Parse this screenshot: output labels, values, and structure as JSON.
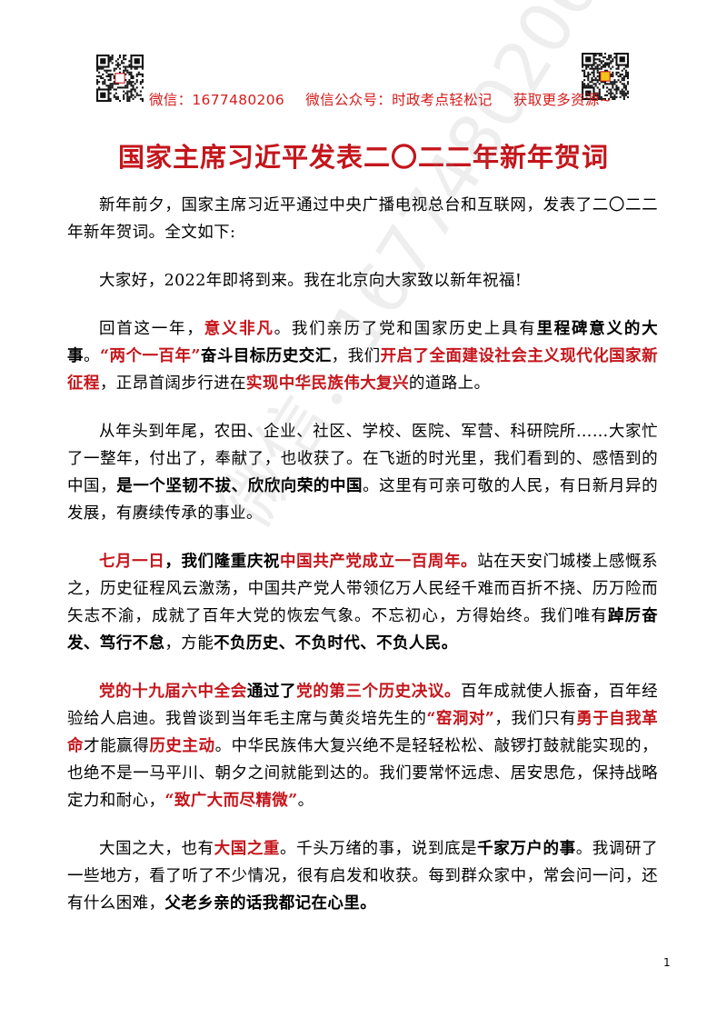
{
  "header": {
    "contact_wechat": "微信：1677480206",
    "contact_public": "微信公众号：时政考点轻松记",
    "contact_more": "获取更多资源~"
  },
  "title": "国家主席习近平发表二〇二二年新年贺词",
  "watermark": "微信：1677480206",
  "paragraphs": [
    [
      {
        "t": "新年前夕，国家主席习近平通过中央广播电视总台和互联网，发表了二〇二二年新年贺词。全文如下:",
        "s": ""
      }
    ],
    [
      {
        "t": "大家好，2022年即将到来。我在北京向大家致以新年祝福!",
        "s": ""
      }
    ],
    [
      {
        "t": "回首这一年，",
        "s": ""
      },
      {
        "t": "意义非凡",
        "s": "r"
      },
      {
        "t": "。我们亲历了党和国家历史上具有",
        "s": ""
      },
      {
        "t": "里程碑意义的大事",
        "s": "b"
      },
      {
        "t": "。",
        "s": ""
      },
      {
        "t": "“两个一百年”",
        "s": "r"
      },
      {
        "t": "奋斗目标历史交汇",
        "s": "b"
      },
      {
        "t": "，我们",
        "s": ""
      },
      {
        "t": "开启了全面建设社会主义现代化国家新征程",
        "s": "r"
      },
      {
        "t": "，正昂首阔步行进在",
        "s": ""
      },
      {
        "t": "实现中华民族伟大复兴",
        "s": "r"
      },
      {
        "t": "的道路上。",
        "s": ""
      }
    ],
    [
      {
        "t": "从年头到年尾，农田、企业、社区、学校、医院、军营、科研院所……大家忙了一整年，付出了，奉献了，也收获了。在飞逝的时光里，我们看到的、感悟到的中国，",
        "s": ""
      },
      {
        "t": "是一个坚韧不拔、欣欣向荣的中国",
        "s": "b"
      },
      {
        "t": "。这里有可亲可敬的人民，有日新月异的发展，有赓续传承的事业。",
        "s": ""
      }
    ],
    [
      {
        "t": "七月一日",
        "s": "r"
      },
      {
        "t": "，我们隆重庆祝",
        "s": "b"
      },
      {
        "t": "中国共产党成立一百周年。",
        "s": "r"
      },
      {
        "t": "站在天安门城楼上感慨系之，历史征程风云激荡，中国共产党人带领亿万人民经千难而百折不挠、历万险而矢志不渝，成就了百年大党的恢宏气象。不忘初心，方得始终。我们唯有",
        "s": ""
      },
      {
        "t": "踔厉奋发、笃行不怠",
        "s": "b"
      },
      {
        "t": "，方能",
        "s": ""
      },
      {
        "t": "不负历史、不负时代、不负人民。",
        "s": "b"
      }
    ],
    [
      {
        "t": "党的十九届六中全会",
        "s": "r"
      },
      {
        "t": "通过了",
        "s": "b"
      },
      {
        "t": "党的第三个历史决议。",
        "s": "r"
      },
      {
        "t": "百年成就使人振奋，百年经验给人启迪。我曾谈到当年毛主席与黄炎培先生的",
        "s": ""
      },
      {
        "t": "“窑洞对”",
        "s": "r"
      },
      {
        "t": "，我们只有",
        "s": ""
      },
      {
        "t": "勇于自我革命",
        "s": "r"
      },
      {
        "t": "才能赢得",
        "s": ""
      },
      {
        "t": "历史主动",
        "s": "r"
      },
      {
        "t": "。中华民族伟大复兴绝不是轻轻松松、敲锣打鼓就能实现的，也绝不是一马平川、朝夕之间就能到达的。我们要常怀远虑、居安思危，保持战略定力和耐心，",
        "s": ""
      },
      {
        "t": "“致广大而尽精微”",
        "s": "r"
      },
      {
        "t": "。",
        "s": ""
      }
    ],
    [
      {
        "t": "大国之大，也有",
        "s": ""
      },
      {
        "t": "大国之重",
        "s": "r"
      },
      {
        "t": "。千头万绪的事，说到底是",
        "s": ""
      },
      {
        "t": "千家万户的事",
        "s": "b"
      },
      {
        "t": "。我调研了一些地方，看了听了不少情况，很有启发和收获。每到群众家中，常会问一问，还有什么困难，",
        "s": ""
      },
      {
        "t": "父老乡亲的话我都记在心里。",
        "s": "b"
      }
    ]
  ],
  "page_number": "1"
}
